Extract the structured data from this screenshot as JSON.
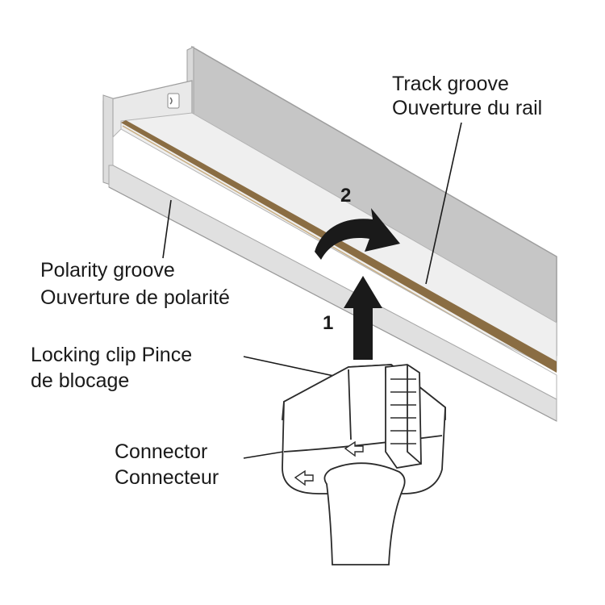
{
  "labels": {
    "track_groove": {
      "en": "Track groove",
      "fr": "Ouverture du rail"
    },
    "polarity_groove": {
      "en": "Polarity groove",
      "fr": "Ouverture de polarité"
    },
    "locking_clip": {
      "line1": "Locking clip Pince",
      "line2": "de blocage"
    },
    "connector": {
      "en": "Connector",
      "fr": "Connecteur"
    }
  },
  "steps": {
    "step1": "1",
    "step2": "2"
  },
  "colors": {
    "rail_face": "#c6c6c6",
    "rail_light": "#efefef",
    "rail_edge": "#9e9e9e",
    "polarity_strip": "#8a6d43",
    "outline": "#2b2b2b",
    "arrow": "#1a1a1a"
  },
  "icons": {
    "insert_arrow": "arrow-up-icon",
    "rotate_arrow": "rotate-arrow-icon",
    "connector_arrow": "small-outline-arrow-icon"
  }
}
